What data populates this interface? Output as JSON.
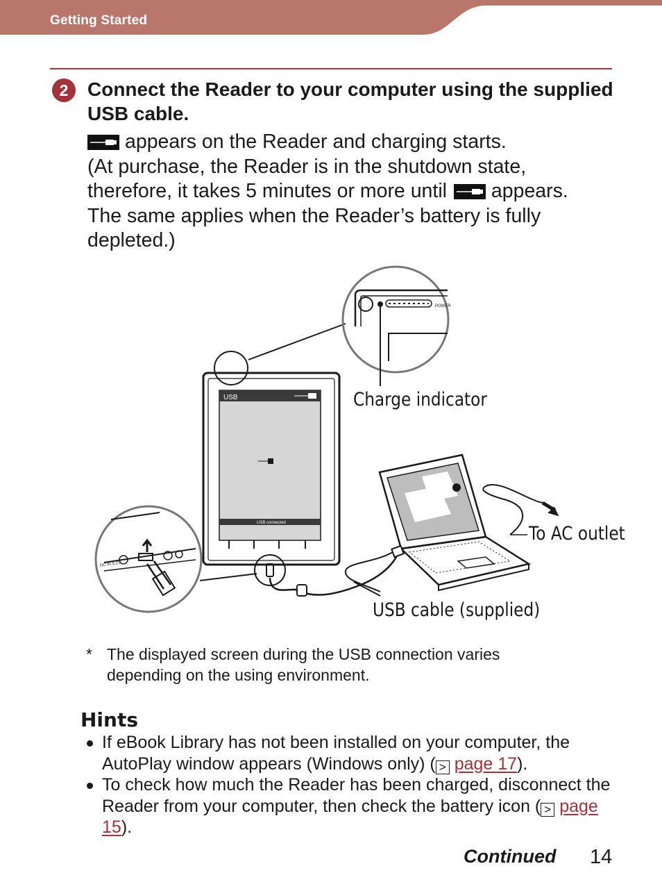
{
  "header": {
    "section": "Getting Started"
  },
  "step": {
    "number": "2",
    "title": "Connect the Reader to your computer using the supplied USB cable.",
    "line1_after_icon": "appears on the Reader and charging starts.",
    "line2": "(At purchase, the Reader is in the shutdown state,",
    "line3_before_icon": "therefore, it takes 5 minutes or more until",
    "line3_after_icon": "appears.",
    "line4": "The same applies when the Reader’s battery is fully",
    "line5": "depleted.)"
  },
  "illustration": {
    "charge_indicator": "Charge indicator",
    "ac_outlet": "To AC outlet",
    "usb_cable": "USB cable (supplied)",
    "screen_label": "USB",
    "screen_status": "USB connected",
    "power_label": "POWER",
    "dc_label": "DC IN 5.2V"
  },
  "note": {
    "marker": "*",
    "text": "The displayed screen during the USB connection varies depending on the using environment."
  },
  "hints": {
    "title": "Hints",
    "item1_text": "If eBook Library has not been installed on your computer, the AutoPlay window appears (Windows only) (",
    "item1_link": "page 17",
    "item1_end": ").",
    "item2_text": "To check how much the Reader has been charged, disconnect the Reader from your computer, then check the battery icon (",
    "item2_link": "page 15",
    "item2_end": ")."
  },
  "footer": {
    "continued": "Continued",
    "page": "14"
  },
  "colors": {
    "accent": "#a3323a",
    "header_bg": "#b9776c"
  },
  "icons": {
    "usb_icon": "usb-plug-icon",
    "link_icon": "arrow-box-icon"
  }
}
